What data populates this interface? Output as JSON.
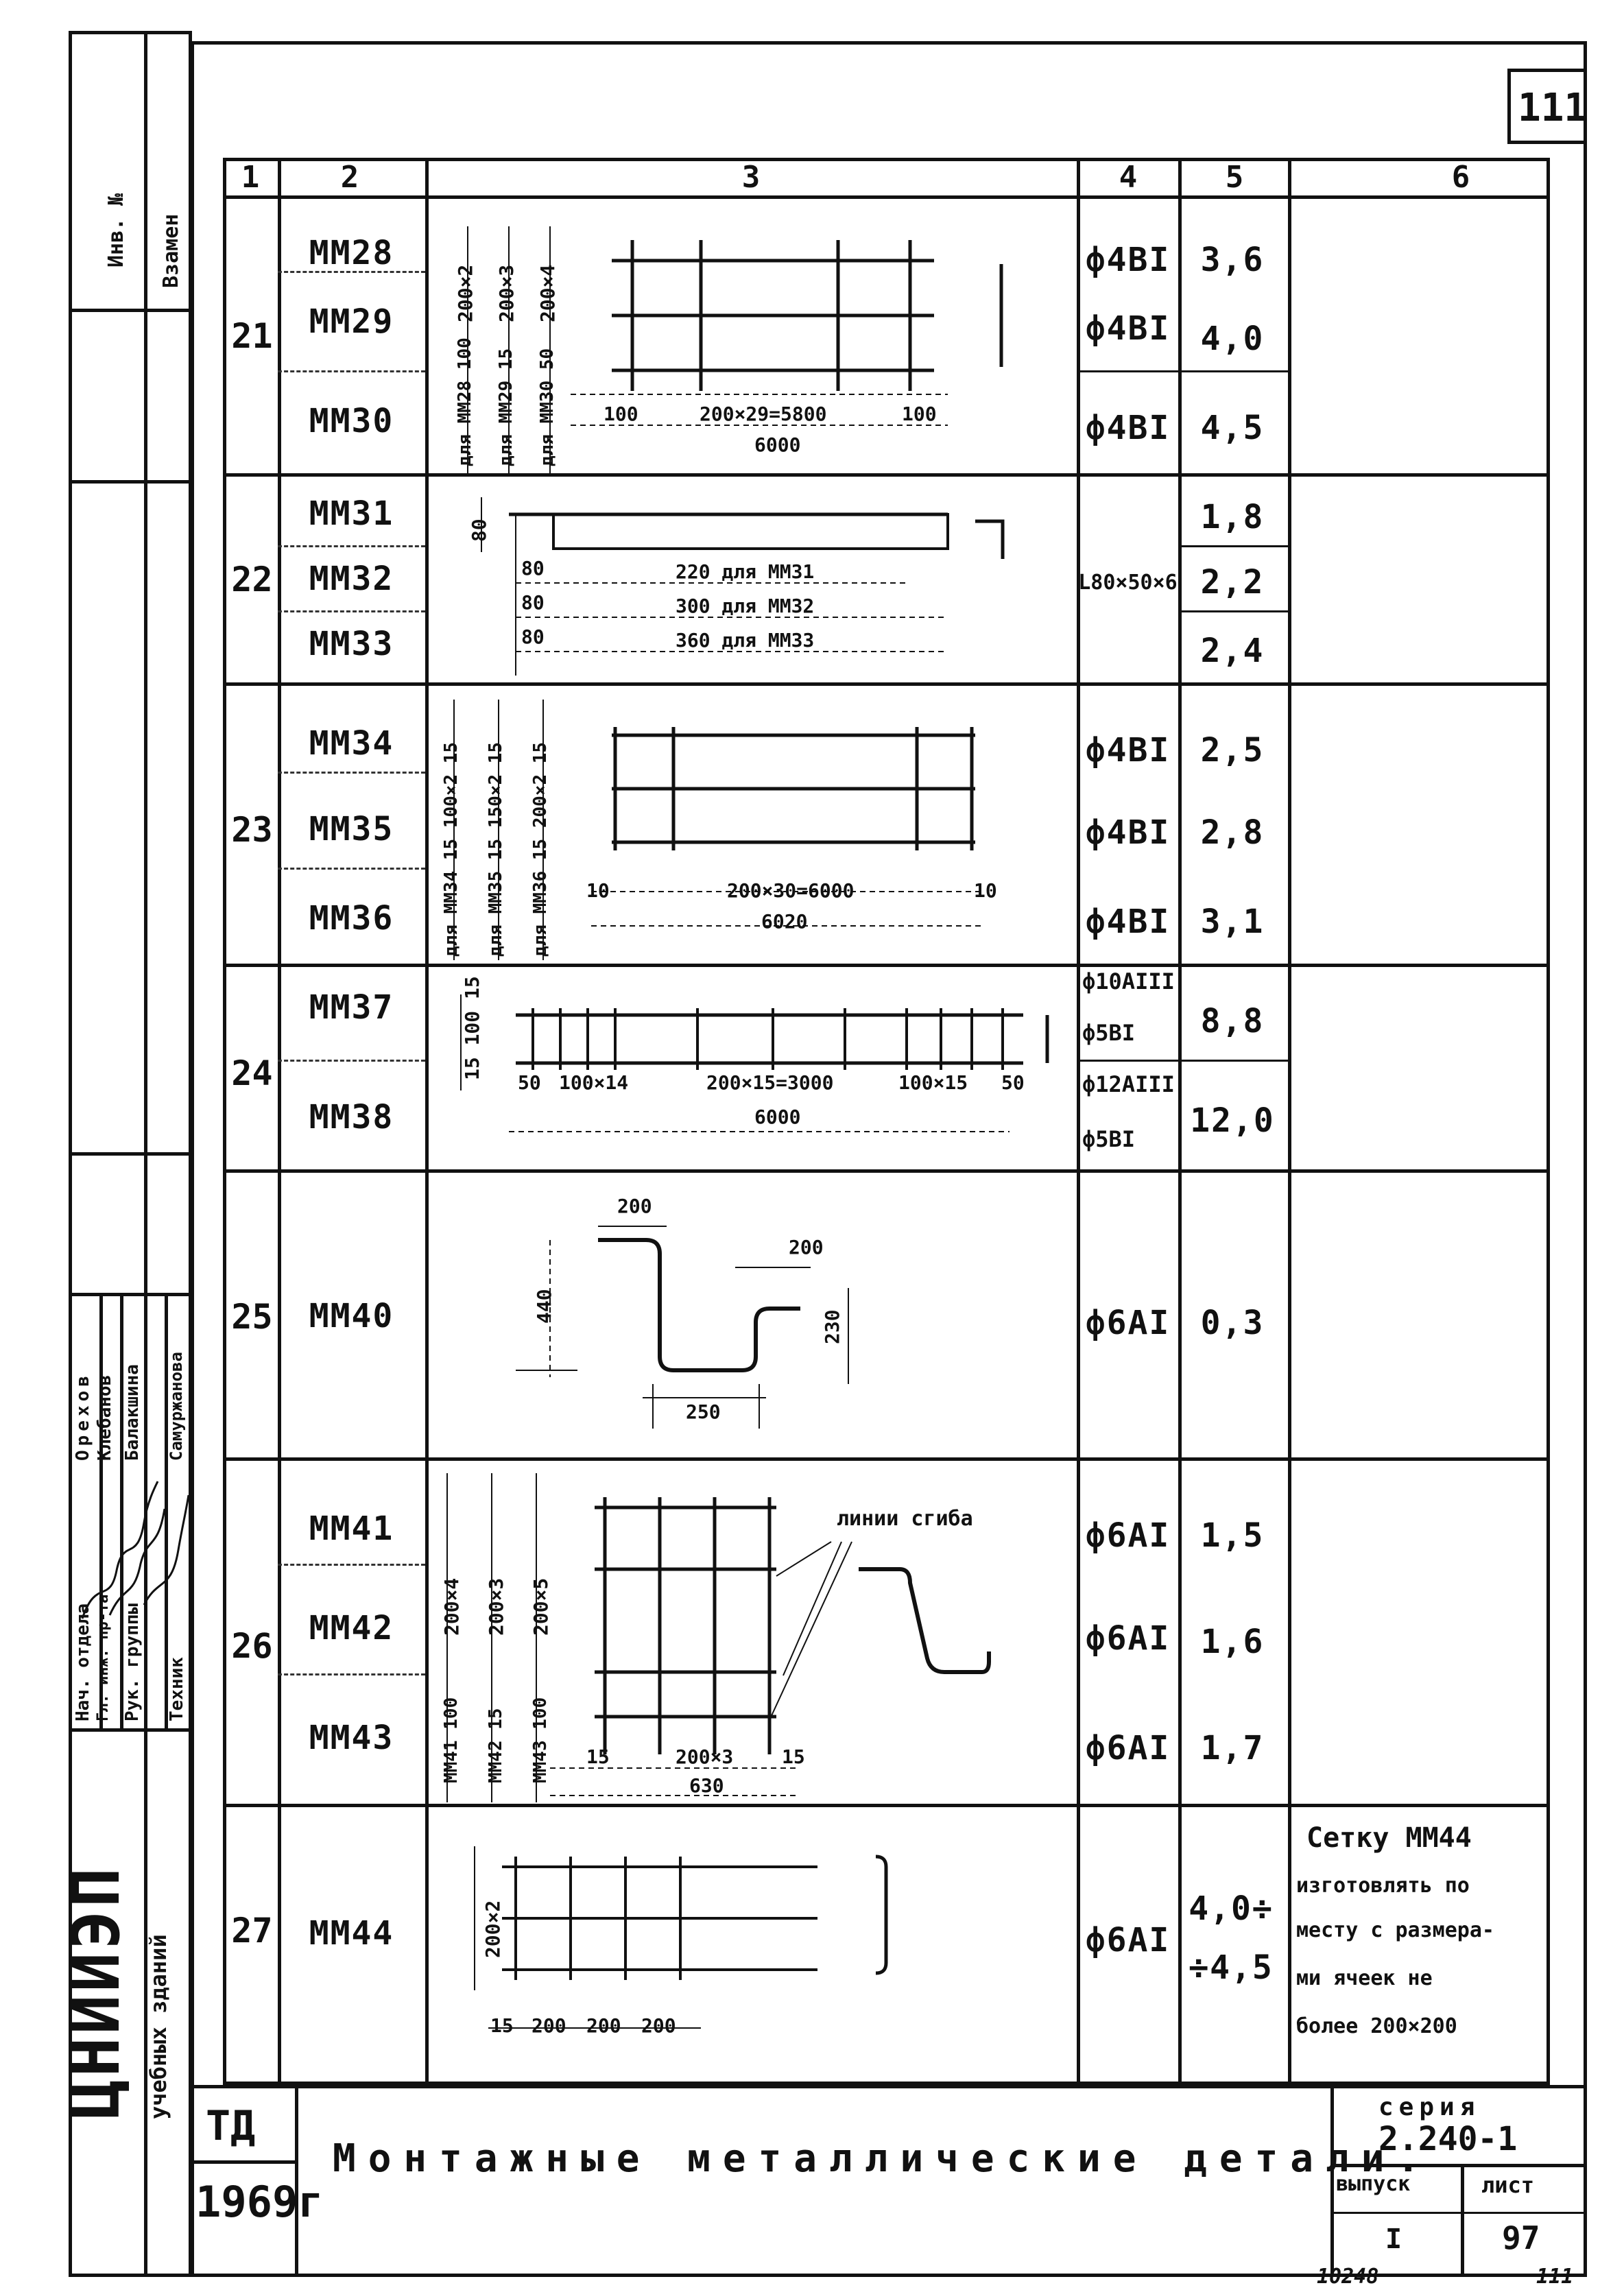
{
  "sheet_number_top": "111",
  "header": [
    "1",
    "2",
    "3",
    "4",
    "5",
    "6"
  ],
  "rows": [
    {
      "no": "21",
      "items": [
        {
          "mark": "ММ28",
          "profile": "ф4ВI",
          "mass": "3,6"
        },
        {
          "mark": "ММ29",
          "profile": "ф4ВI",
          "mass": "4,0"
        },
        {
          "mark": "ММ30",
          "profile": "ф4ВI",
          "mass": "4,5"
        }
      ],
      "dims": {
        "bottom": "200×29=5800",
        "total": "6000",
        "end_left": "100",
        "end_right": "100",
        "v1": "200×2",
        "v2": "200×3",
        "v3": "200×4",
        "for1": "для ММ28 100",
        "for2": "для ММ29 15",
        "for3": "для ММ30 50"
      }
    },
    {
      "no": "22",
      "items": [
        {
          "mark": "ММ31",
          "profile": "",
          "mass": "1,8"
        },
        {
          "mark": "ММ32",
          "profile": "L80×50×6",
          "mass": "2,2"
        },
        {
          "mark": "ММ33",
          "profile": "",
          "mass": "2,4"
        }
      ],
      "dims": {
        "h": "80",
        "a": "80",
        "l1": "220 для ММ31",
        "l2": "300 для ММ32",
        "l3": "360 для ММ33"
      }
    },
    {
      "no": "23",
      "items": [
        {
          "mark": "ММ34",
          "profile": "ф4ВI",
          "mass": "2,5"
        },
        {
          "mark": "ММ35",
          "profile": "ф4ВI",
          "mass": "2,8"
        },
        {
          "mark": "ММ36",
          "profile": "ф4ВI",
          "mass": "3,1"
        }
      ],
      "dims": {
        "bottom": "200×30=6000",
        "total": "6020",
        "end": "10",
        "v1": "для ММ34 15 100×2 15",
        "v2": "для ММ35 15 150×2 15",
        "v3": "для ММ36 15 200×2 15"
      }
    },
    {
      "no": "24",
      "items": [
        {
          "mark": "ММ37",
          "profile": "ф10АIII",
          "profile2": "ф5ВI",
          "mass": "8,8"
        },
        {
          "mark": "ММ38",
          "profile": "ф12АIII",
          "profile2": "ф5ВI",
          "mass": "12,0"
        }
      ],
      "dims": {
        "a": "50",
        "b": "100×14",
        "c": "200×15=3000",
        "d": "100×15",
        "e": "50",
        "total": "6000",
        "v": "15 100 15"
      }
    },
    {
      "no": "25",
      "items": [
        {
          "mark": "ММ40",
          "profile": "ф6АI",
          "mass": "0,3"
        }
      ],
      "dims": {
        "top": "200",
        "top2": "200",
        "h": "440",
        "h2": "230",
        "bottom": "250"
      }
    },
    {
      "no": "26",
      "items": [
        {
          "mark": "ММ41",
          "profile": "ф6АI",
          "mass": "1,5"
        },
        {
          "mark": "ММ42",
          "profile": "ф6АI",
          "mass": "1,6"
        },
        {
          "mark": "ММ43",
          "profile": "ф6АI",
          "mass": "1,7"
        }
      ],
      "dims": {
        "bend": "линии сгиба",
        "bottom": "200×3",
        "total": "630",
        "end": "15",
        "v1": "200×4",
        "v2": "200×3",
        "v3": "200×5",
        "for1": "ММ41 100",
        "for2": "ММ42 15",
        "for3": "ММ43 100"
      }
    },
    {
      "no": "27",
      "items": [
        {
          "mark": "ММ44",
          "profile": "ф6АI",
          "mass": "4,0÷ ÷4,5"
        }
      ],
      "dims": {
        "v": "200×2",
        "b1": "15",
        "b2": "200",
        "b3": "200",
        "b4": "200"
      },
      "note": [
        "Сетку ММ44",
        "изготовлять по",
        "месту с размера-",
        "ми ячеек не",
        "более 200×200"
      ]
    }
  ],
  "title_block": {
    "org": "ТД",
    "year": "1969г",
    "title": "Монтажные металлические детали.",
    "series_label": "серия",
    "series": "2.240-1",
    "issue_label": "выпуск",
    "issue": "I",
    "sheet_label": "лист",
    "sheet": "97"
  },
  "left_stamp": {
    "col1": "Инв. №",
    "col2": "Взамен",
    "names_roles": [
      "Нач. отдела",
      "Гл. инж. пр-та",
      "Рук. группы",
      "Техник"
    ],
    "names": [
      "Орехов",
      "Клебанов",
      "Балакшина",
      "Самуржанова"
    ],
    "institute": "ЦНИИЭП",
    "institute_sub": "учебных зданий"
  },
  "footer": {
    "left": "10248",
    "right": "111"
  }
}
